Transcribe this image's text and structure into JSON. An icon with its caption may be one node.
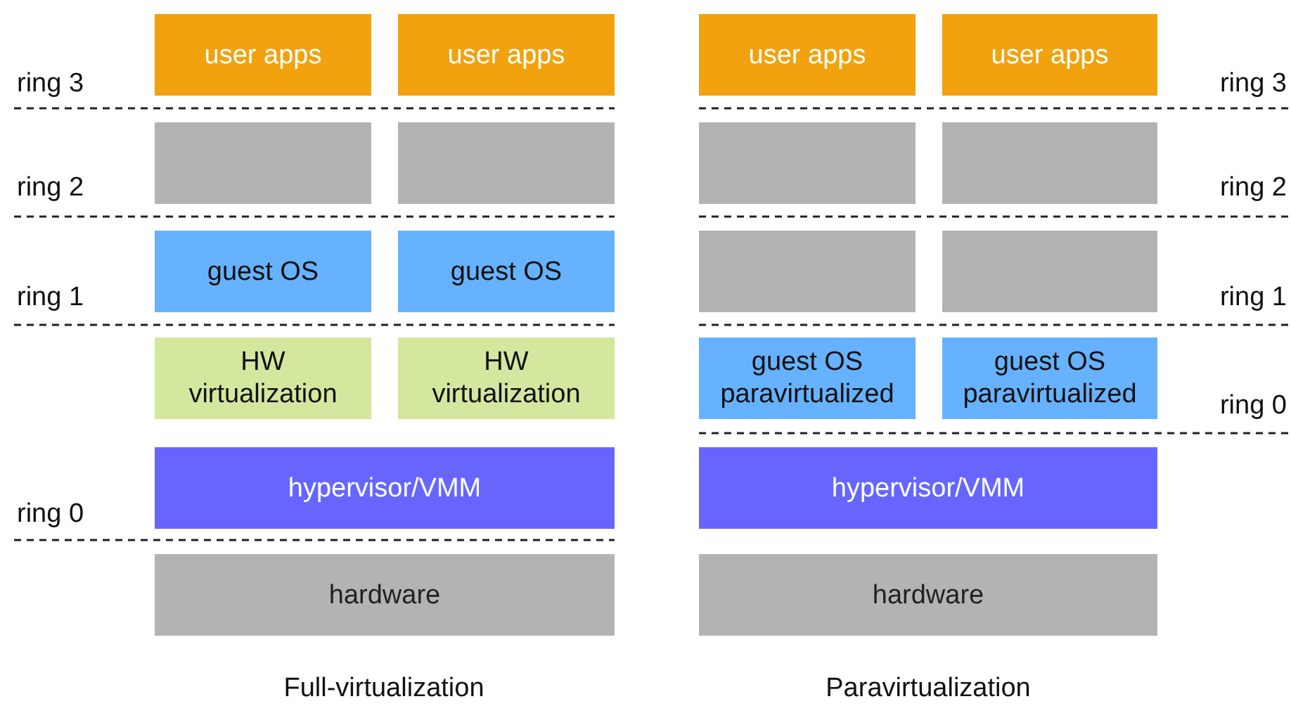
{
  "diagram": {
    "nodes": [
      {
        "text": [
          "user apps"
        ]
      },
      {
        "text": [
          "user apps"
        ]
      },
      {
        "text": [
          "user apps"
        ]
      },
      {
        "text": [
          "user apps"
        ]
      },
      {
        "text": [],
        "shape": "box"
      },
      {
        "text": [],
        "shape": "box"
      },
      {
        "text": [],
        "shape": "box"
      },
      {
        "text": [],
        "shape": "box"
      },
      {
        "text": [
          "guest OS"
        ]
      },
      {
        "text": [
          "guest OS"
        ]
      },
      {
        "text": [],
        "shape": "box"
      },
      {
        "text": [],
        "shape": "box"
      },
      {
        "text": [
          "HW virtualization"
        ]
      },
      {
        "text": [
          "HW virtualization"
        ]
      },
      {
        "text": [
          "guest OS paravirtualized"
        ]
      },
      {
        "text": [
          "guest OS paravirtualized"
        ]
      },
      {
        "text": [
          "hypervisor/VMM"
        ]
      },
      {
        "text": [
          "hypervisor/VMM"
        ]
      },
      {
        "text": [
          "hardware"
        ]
      },
      {
        "text": [
          "hardware"
        ]
      }
    ],
    "edges": [],
    "labels": [
      "ring 3",
      "ring 3",
      "ring 2",
      "ring 2",
      "ring 1",
      "ring 1",
      "ring 0",
      "ring 0",
      "Full-virtualization",
      "Paravirtualization"
    ]
  }
}
